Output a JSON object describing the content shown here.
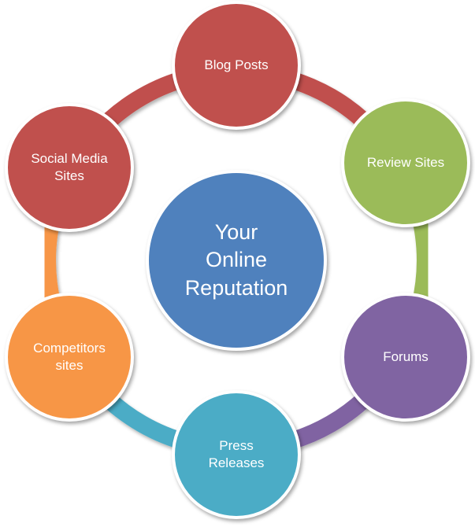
{
  "diagram": {
    "type": "cycle",
    "center": {
      "label": "Your\nOnline\nReputation",
      "color": "#4F81BD"
    },
    "nodes": [
      {
        "id": "blog-posts",
        "label": "Blog Posts",
        "color": "#C0504D"
      },
      {
        "id": "review-sites",
        "label": "Review Sites",
        "color": "#9BBB59"
      },
      {
        "id": "forums",
        "label": "Forums",
        "color": "#8064A2"
      },
      {
        "id": "press-releases",
        "label": "Press\nReleases",
        "color": "#4BACC6"
      },
      {
        "id": "competitors-sites",
        "label": "Competitors\nsites",
        "color": "#F79646"
      },
      {
        "id": "social-media-sites",
        "label": "Social Media\nSites",
        "color": "#C0504D"
      }
    ],
    "ring_segments": [
      {
        "from": "social-media-sites",
        "to": "blog-posts",
        "color": "#C0504D"
      },
      {
        "from": "blog-posts",
        "to": "review-sites",
        "color": "#C0504D"
      },
      {
        "from": "review-sites",
        "to": "forums",
        "color": "#9BBB59"
      },
      {
        "from": "forums",
        "to": "press-releases",
        "color": "#8064A2"
      },
      {
        "from": "press-releases",
        "to": "competitors-sites",
        "color": "#4BACC6"
      },
      {
        "from": "competitors-sites",
        "to": "social-media-sites",
        "color": "#F79646"
      }
    ]
  }
}
